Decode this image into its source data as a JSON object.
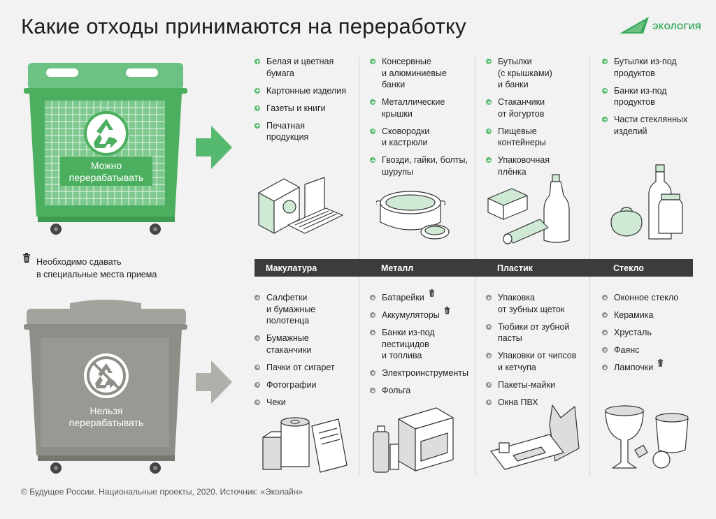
{
  "header": {
    "title": "Какие отходы принимаются на переработку",
    "brand": "ЭКОЛОГИЯ"
  },
  "bins": {
    "recyclable_label": "Можно\nперерабатывать",
    "nonrecyclable_label": "Нельзя\nперерабатывать"
  },
  "note": "Необходимо сдавать\nв специальные места приема",
  "categories": [
    "Макулатура",
    "Металл",
    "Пластик",
    "Стекло"
  ],
  "recyclable": {
    "paper": [
      "Белая и цветная\nбумага",
      "Картонные изделия",
      "Газеты и книги",
      "Печатная\nпродукция"
    ],
    "metal": [
      "Консервные\nи алюминиевые\nбанки",
      "Металлические\nкрышки",
      "Сковородки\nи кастрюли",
      "Гвозди, гайки, болты,\nшурупы"
    ],
    "plastic": [
      "Бутылки\n(с крышками)\nи банки",
      "Стаканчики\nот йогуртов",
      "Пищевые\nконтейнеры",
      "Упаковочная\nплёнка"
    ],
    "glass": [
      "Бутылки из-под\nпродуктов",
      "Банки из-под\nпродуктов",
      "Части стеклянных\nизделий"
    ]
  },
  "nonrecyclable": {
    "paper": [
      "Салфетки\nи бумажные\nполотенца",
      "Бумажные\nстаканчики",
      "Пачки от сигарет",
      "Фотографии",
      "Чеки"
    ],
    "metal": [
      "Батарейки",
      "Аккумуляторы",
      "Банки из-под\nпестицидов\nи топлива",
      "Электроинструменты",
      "Фольга"
    ],
    "plastic": [
      "Упаковка\nот зубных щеток",
      "Тюбики от зубной\nпасты",
      "Упаковки от чипсов\nи кетчупа",
      "Пакеты-майки",
      "Окна ПВХ"
    ],
    "glass": [
      "Оконное стекло",
      "Керамика",
      "Хрусталь",
      "Фаянс",
      "Лампочки"
    ]
  },
  "special_items": [
    "Батарейки",
    "Аккумуляторы",
    "Лампочки"
  ],
  "footer": "© Будущее России. Национальные проекты, 2020. Источник: «Эколайн»",
  "colors": {
    "accent": "#55b96f",
    "bin_green": "#4caf5f",
    "bin_gray": "#8e8e88",
    "bar": "#3c3c3c"
  }
}
